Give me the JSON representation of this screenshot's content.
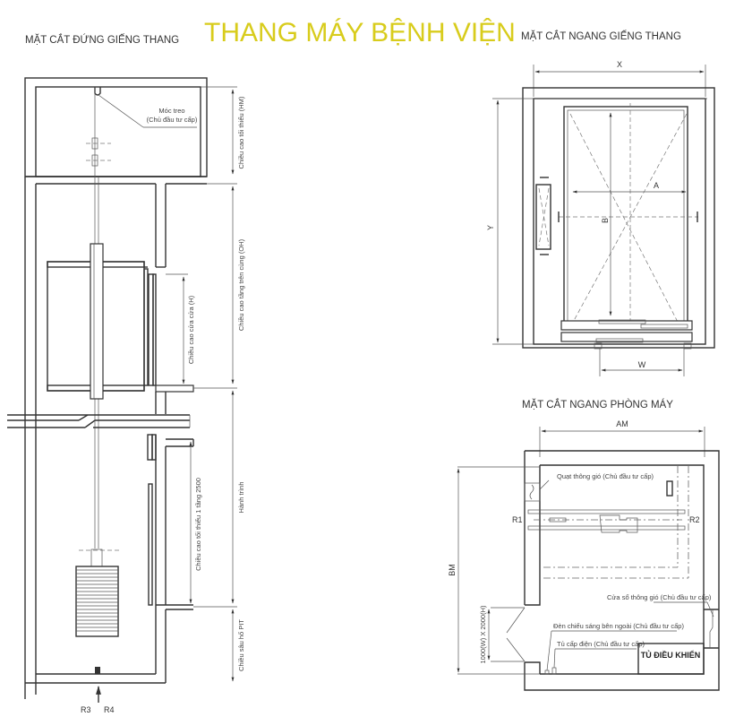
{
  "title": "THANG MÁY BỆNH VIỆN",
  "colors": {
    "title": "#d8cc1c",
    "line": "#333333",
    "background": "#ffffff"
  },
  "vertical_section": {
    "heading": "MẶT CẮT ĐỨNG GIẾNG THANG",
    "hook_label_line1": "Móc treo",
    "hook_label_line2": "(Chủ đầu tư cấp)",
    "dim_hm": "Chiều cao tối thiểu (HM)",
    "dim_oh": "Chiều cao tầng trên cùng (OH)",
    "dim_door_h": "Chiều cao cửa cửa (H)",
    "dim_floor_min": "Chiều cao tối thiểu 1 tầng 2500",
    "dim_travel": "Hành trình",
    "dim_pit": "Chiều sâu hố PIT",
    "reaction_r3": "R3",
    "reaction_r4": "R4"
  },
  "horizontal_shaft": {
    "heading": "MẶT CẮT NGANG GIẾNG THANG",
    "dim_x": "X",
    "dim_y": "Y",
    "dim_a": "A",
    "dim_b": "B",
    "dim_w": "W"
  },
  "machine_room": {
    "heading": "MẶT CẮT NGANG PHÒNG MÁY",
    "dim_am": "AM",
    "dim_bm": "BM",
    "r1": "R1",
    "r2": "R2",
    "fan_label": "Quạt thông gió (Chủ đầu tư cấp)",
    "vent_window_label": "Cửa sổ thông gió (Chủ đầu tư cấp)",
    "outdoor_light_label": "Đèn chiếu sáng bên ngoài (Chủ đầu tư cấp)",
    "power_box_label": "Tủ cấp điện (Chủ đầu tư cấp)",
    "door_dim": "1000(W) X 2000(H)",
    "control_cabinet": "TỦ ĐIỀU KHIỂN"
  }
}
